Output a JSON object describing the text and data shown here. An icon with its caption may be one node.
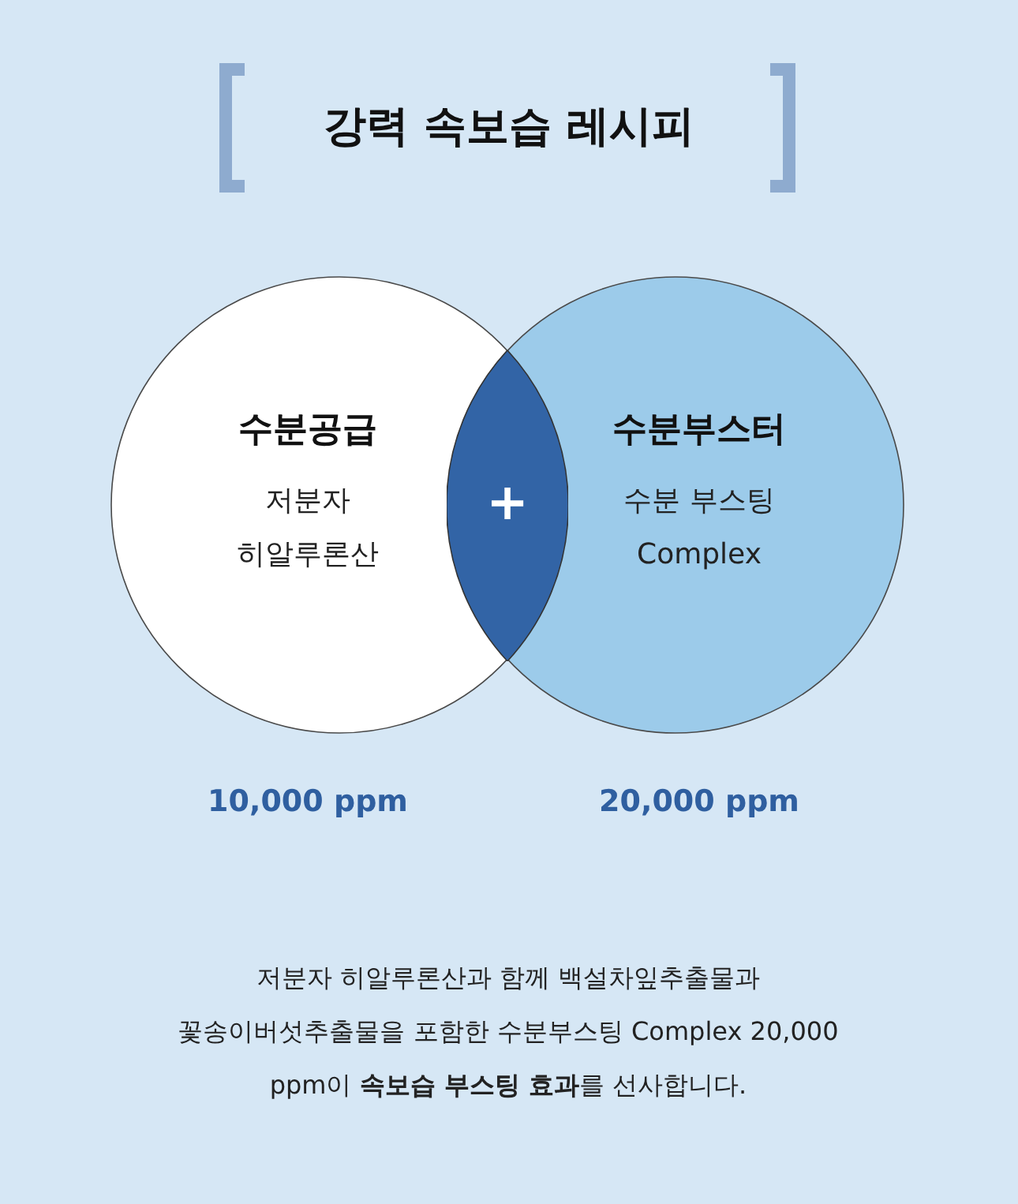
{
  "diagram": {
    "title": "강력 속보습 레시피",
    "nodes": [
      {
        "text": [
          "수분공급",
          "저분자 히알루론산"
        ],
        "beside": [
          "10,000 ppm"
        ]
      },
      {
        "text": [
          "수분부스터",
          "수분 부스팅 Complex"
        ],
        "beside": [
          "20,000 ppm"
        ]
      },
      {
        "text": [
          "+"
        ]
      }
    ],
    "caption": "저분자 히알루론산과 함께 백설차잎추출물과 꽃송이버섯추출물을 포함한 수분부스팅 Complex 20,000 ppm이 **속보습 부스팅 효과**를 선사합니다."
  }
}
